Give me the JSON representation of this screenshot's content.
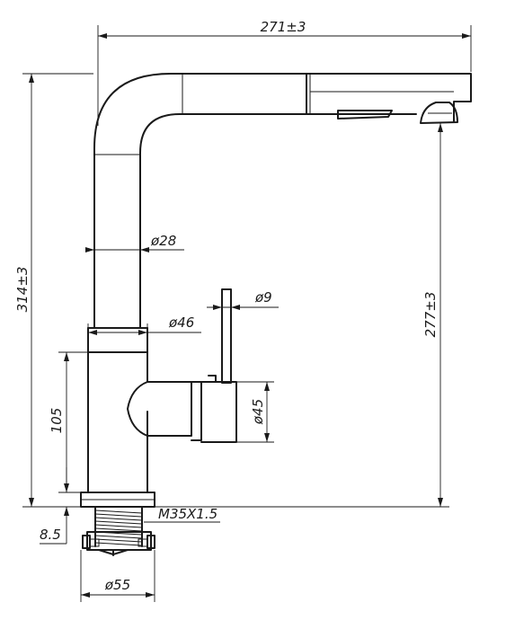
{
  "dimensions": {
    "overall_width": "271±3",
    "overall_height": "314±3",
    "spout_height": "277±3",
    "spout_diameter": "ø28",
    "lever_diameter": "ø9",
    "body_diameter": "ø46",
    "handle_diameter": "ø45",
    "body_height": "105",
    "base_height": "8.5",
    "thread": "M35X1.5",
    "base_diameter": "ø55"
  }
}
